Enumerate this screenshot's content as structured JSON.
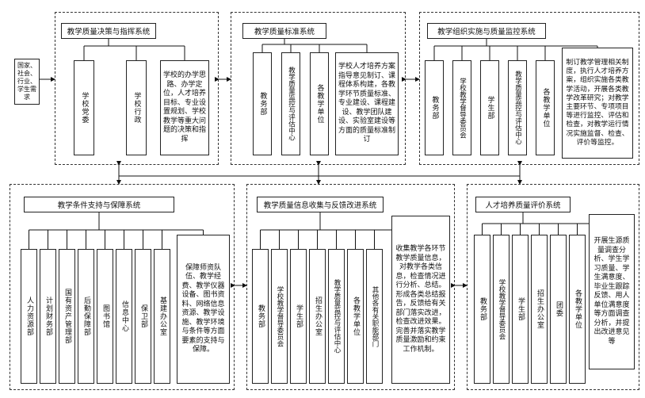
{
  "demand": "国家、社会、行业、学生需求",
  "decision": {
    "title": "教学质量决策与指挥系统",
    "units": [
      "学校党委",
      "学校行政"
    ],
    "desc": "学校的办学思路、办学定位，人才培养目标、专业设置规划、学校教学等重大问题的决策和指挥"
  },
  "standard": {
    "title": "教学质量标准系统",
    "units": [
      "教务部",
      "教学质量监控与评估中心",
      "各教学单位"
    ],
    "desc": "学校人才培养方案指导意见制订、课程体系构建，各教学环节质量标准、专业建设、课程建设、教学团队建设、实验室建设等方面的质量标准制订"
  },
  "organize": {
    "title": "教学组织实施与质量监控系统",
    "units": [
      "教务部",
      "学校教学督导委员会",
      "学生部",
      "教学质量监控与评估中心",
      "各教学单位"
    ],
    "desc": "制订教学管理相关制度，执行人才培养方案，组织实施各类教学活动，开展各类教学改革研究；对教学主要环节、专项项目等进行监控、评估和检查，对教学运行情况实施监督、检查、评价等监控。"
  },
  "support": {
    "title": "教学条件支持与保障系统",
    "units": [
      "人力资源部",
      "计划财务部",
      "国有资产管理部",
      "后勤保障部",
      "图书馆",
      "信息中心",
      "保卫部",
      "基建办公室"
    ],
    "desc": "保障师资队伍、教学经费、教学仪器设备、图书资料、网络信息资源、教学设施、教学环境与条件等方面要素的支持与保障。"
  },
  "feedback": {
    "title": "教学质量信息收集与反馈改进系统",
    "units": [
      "教务部",
      "学校教学督导委员会",
      "学生部",
      "招生办公室",
      "教学质量监控与评估中心",
      "各教学单位",
      "其他各有关职能部门"
    ],
    "desc": "收集教学各环节教学质量信息，对教学各类信息，检查情况进行分析、总结。形成各类总结报告，反馈给有关部门落实改进，检查改进效果。完善并落实教学质量激励和约束工作机制。"
  },
  "evaluation": {
    "title": "人才培养质量评价系统",
    "units": [
      "教务部",
      "学校教学督导委员会",
      "学生部",
      "招生办公室",
      "团委",
      "各教学单位"
    ],
    "desc": "开展生源质量调查分析、学生学习质量、学生满意度、毕业生跟踪反馈、用人单位满意度等方面调查分析，并提出改进意见等"
  }
}
